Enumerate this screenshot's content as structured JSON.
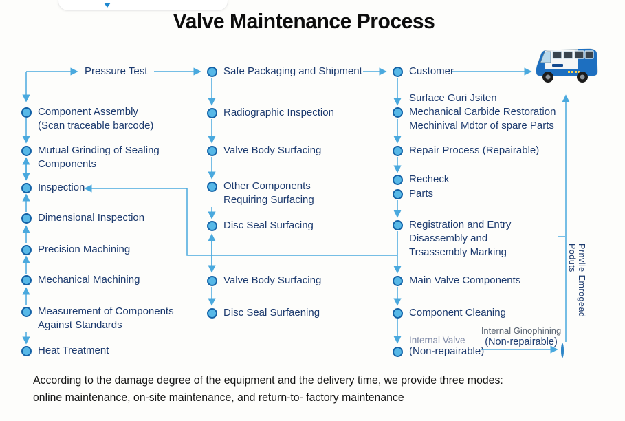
{
  "title": "Valve Maintenance Process",
  "flow": {
    "top_row": {
      "pressure_test": "Pressure Test",
      "safe_packaging": "Safe Packaging and Shipment",
      "customer": "Customer"
    },
    "col1": {
      "component_assembly_1": "Component Assembly",
      "component_assembly_2": "(Scan traceable barcode)",
      "mutual_grinding_1": "Mutual Grinding of Sealing",
      "mutual_grinding_2": "Components",
      "inspection": "Inspection",
      "dimensional": "Dimensional Inspection",
      "precision": "Precision Machining",
      "mechanical": "Mechanical Machining",
      "measurement_1": "Measurement of Components",
      "measurement_2": "Against Standards",
      "heat": "Heat Treatment"
    },
    "col2": {
      "radiographic": "Radiographic Inspection",
      "valve_body_1": "Valve Body Surfacing",
      "other_components_1": "Other Components",
      "other_components_2": "Requiring Surfacing",
      "disc_seal_1": "Disc Seal Surfacing",
      "valve_body_2": "Valve Body Surfacing",
      "disc_seal_2": "Disc Seal Surfaening"
    },
    "col3": {
      "carbide_1": "Surface Guri Jsiten",
      "carbide_2": "Mechanical Carbide Restoration",
      "carbide_3": "Mechinival Mdtor of spare Parts",
      "repair": "Repair Process (Repairable)",
      "recheck": "Recheck",
      "parts": "Parts",
      "registration_1": "Registration and Entry",
      "registration_2": "Disassembly and",
      "registration_3": "Trsassembly Marking",
      "main_valve": "Main Valve Components",
      "cleaning": "Component Cleaning",
      "internal_valve_1": "Internal Valve",
      "internal_valve_2": "(Non-repairable)"
    },
    "side": {
      "ginophining_1": "Internal Ginophining",
      "ginophining_2": "(Non-repairable)",
      "provide_label": "Prnvlie Emrogead Poduts"
    }
  },
  "footer": {
    "line1": "According to the damage degree of the equipment and the delivery time, we provide three modes:",
    "line2": "online maintenance, on-site maintenance, and return-to- factory maintenance"
  },
  "colors": {
    "accent_line": "#4aa9de",
    "bullet_fill": "#57b8e7",
    "bullet_ring": "#1462a6",
    "text_navy": "#1c3a6e",
    "truck_blue": "#1d6fc0"
  }
}
